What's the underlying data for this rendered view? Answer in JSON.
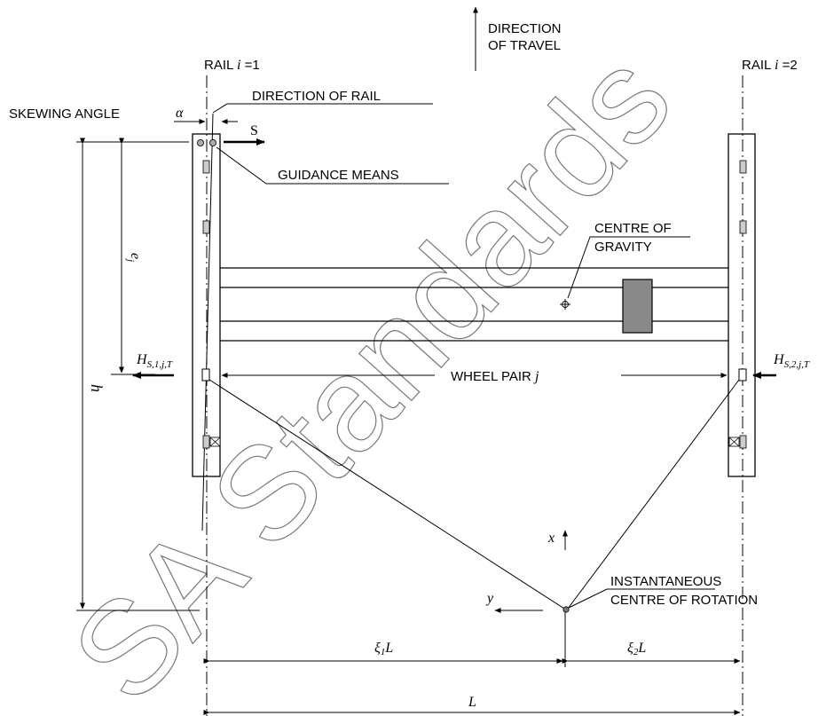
{
  "labels": {
    "direction_line1": "DIRECTION",
    "direction_line2": "OF TRAVEL",
    "rail_label": "RAIL",
    "rail_i_var": "i",
    "rail1_eq": " =1",
    "rail2_eq": " =2",
    "skewing_angle": "SKEWING ANGLE",
    "alpha": "α",
    "direction_of_rail": "DIRECTION OF RAIL",
    "s_force": "S",
    "guidance_means": "GUIDANCE MEANS",
    "centre_gravity_line1": "CENTRE OF",
    "centre_gravity_line2": "GRAVITY",
    "e_sym": "e",
    "e_sub": "j",
    "h_sym": "h",
    "hs1_main": "H",
    "hs1_sub": "S,1,j,T",
    "hs2_main": "H",
    "hs2_sub": "S,2,j,T",
    "wheel_pair": "WHEEL PAIR",
    "wheel_pair_var": "j",
    "x_axis": "x",
    "y_axis": "y",
    "icr_line1": "INSTANTANEOUS",
    "icr_line2": "CENTRE OF ROTATION",
    "xi1_sym": "ξ",
    "xi1_sub": "1",
    "xi1_L": "L",
    "xi2_sym": "ξ",
    "xi2_sub": "2",
    "xi2_L": "L",
    "L_total": "L"
  },
  "watermark": "SA Standards"
}
